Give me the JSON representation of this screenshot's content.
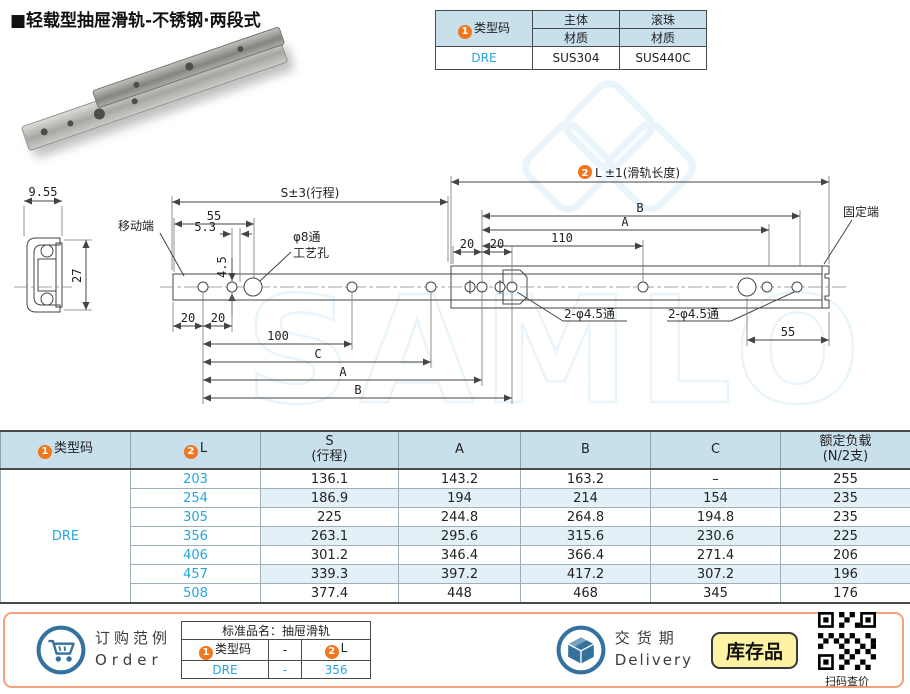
{
  "title": "■轻载型抽屉滑轨-不锈钢·两段式",
  "watermark": "SAMLO",
  "spec_table": {
    "marker1": "1",
    "code_label": "类型码",
    "main_label": "主体",
    "ball_label": "滚珠",
    "material_label": "材质",
    "code": "DRE",
    "main_material": "SUS304",
    "ball_material": "SUS440C"
  },
  "drawing": {
    "section_width": "9.55",
    "section_height": "27",
    "stroke_dim": "S±3(行程)",
    "marker2": "2",
    "rail_L": "L",
    "rail_len_suffix": "±1(滑轨长度)",
    "dim_B": "B",
    "dim_A": "A",
    "dim_110": "110",
    "dim_55": "55",
    "dim_53": "5.3",
    "dim_45": "4.5",
    "dim_20": "20",
    "dim_100": "100",
    "dim_C": "C",
    "dim_55_right": "55",
    "moving_end": "移动端",
    "fixed_end": "固定端",
    "hole8_line1": "φ8通",
    "hole8_line2": "工艺孔",
    "hole45_label": "2-φ4.5通"
  },
  "table": {
    "headers": {
      "marker1": "1",
      "type_code": "类型码",
      "marker2": "2",
      "l": "L",
      "s": "S",
      "s_sub": "(行程)",
      "a": "A",
      "b": "B",
      "c": "C",
      "load": "额定负载",
      "load_sub": "(N/2支)"
    },
    "type_code": "DRE",
    "rows": [
      {
        "l": "203",
        "s": "136.1",
        "a": "143.2",
        "b": "163.2",
        "c": "–",
        "load": "255"
      },
      {
        "l": "254",
        "s": "186.9",
        "a": "194",
        "b": "214",
        "c": "154",
        "load": "235"
      },
      {
        "l": "305",
        "s": "225",
        "a": "244.8",
        "b": "264.8",
        "c": "194.8",
        "load": "235"
      },
      {
        "l": "356",
        "s": "263.1",
        "a": "295.6",
        "b": "315.6",
        "c": "230.6",
        "load": "225"
      },
      {
        "l": "406",
        "s": "301.2",
        "a": "346.4",
        "b": "366.4",
        "c": "271.4",
        "load": "206"
      },
      {
        "l": "457",
        "s": "339.3",
        "a": "397.2",
        "b": "417.2",
        "c": "307.2",
        "load": "196"
      },
      {
        "l": "508",
        "s": "377.4",
        "a": "448",
        "b": "468",
        "c": "345",
        "load": "176"
      }
    ]
  },
  "footer": {
    "order": {
      "label_cn": "订购范例",
      "label_en": "Order",
      "table_title": "标准品名：抽屉滑轨",
      "marker1": "1",
      "col_code": "类型码",
      "dash_header": "-",
      "marker2": "2",
      "col_l": "L",
      "code": "DRE",
      "dash_value": "-",
      "l_value": "356"
    },
    "delivery": {
      "label_cn": "交货期",
      "label_en": "Delivery",
      "stock_badge": "库存品",
      "qr_caption": "扫码查价"
    }
  },
  "colors": {
    "accent_orange": "#f1761d",
    "accent_cyan": "#27a5dd",
    "table_header_bg": "#c8dfec",
    "stripe_bg": "#e3f0f8",
    "footer_border": "#f3a37c",
    "icon_blue": "#34719f"
  }
}
